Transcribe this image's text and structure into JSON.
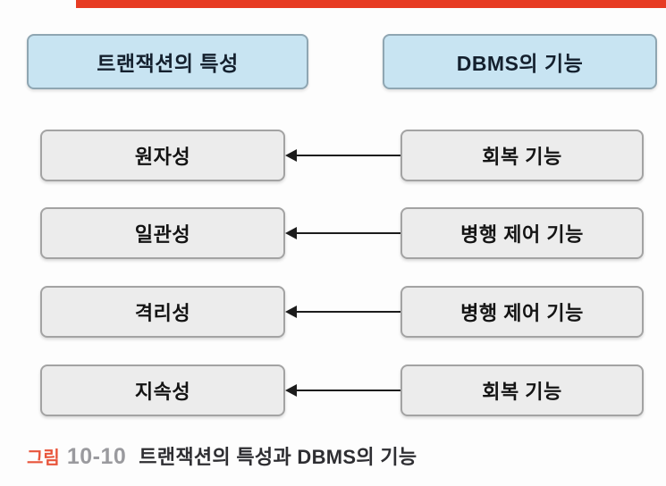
{
  "top_banner": {
    "color": "#e73c23"
  },
  "diagram": {
    "left_header": "트랜잭션의 특성",
    "right_header": "DBMS의 기능",
    "rows": [
      {
        "property": "원자성",
        "function": "회복 기능"
      },
      {
        "property": "일관성",
        "function": "병행 제어 기능"
      },
      {
        "property": "격리성",
        "function": "병행 제어 기능"
      },
      {
        "property": "지속성",
        "function": "회복 기능"
      }
    ],
    "colors": {
      "header_fill": "#c8e4f2",
      "header_border": "#8fa6b2",
      "header_text": "#14202e",
      "box_fill": "#ececec",
      "box_border": "#a3a3a3",
      "box_text": "#141414",
      "arrow": "#1c1c1c"
    }
  },
  "caption": {
    "label": "그림",
    "number": "10-10",
    "title": "트랜잭션의 특성과 DBMS의 기능",
    "label_color": "#e8553b",
    "number_color": "#9a9a9e",
    "title_color": "#2e2e32"
  }
}
